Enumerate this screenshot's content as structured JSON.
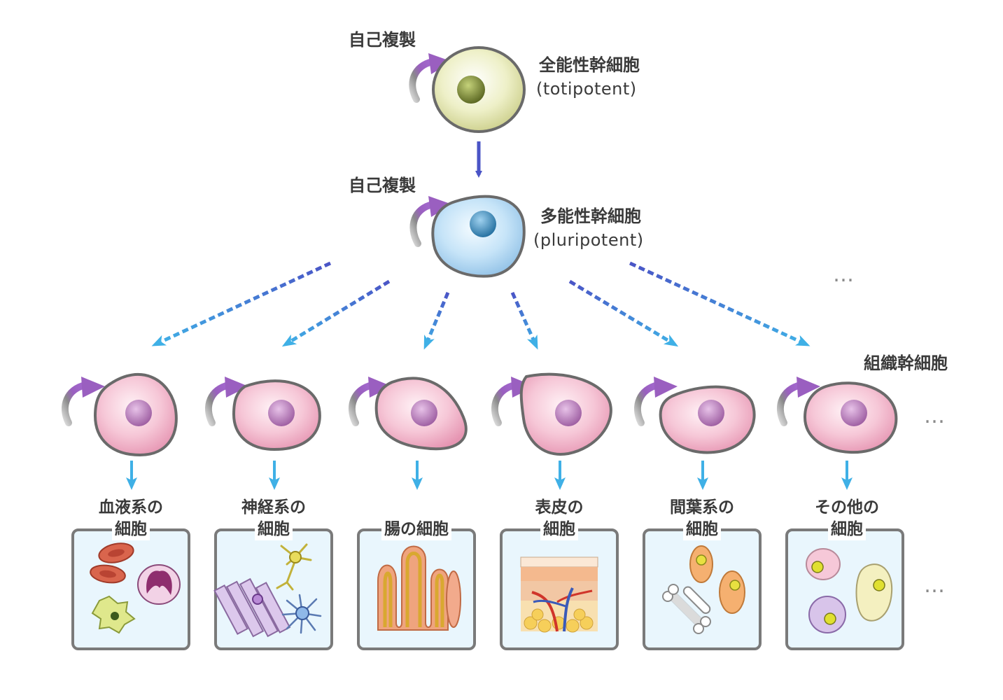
{
  "top": {
    "self_renewal": "自己複製",
    "name": "全能性幹細胞",
    "sub": "(totipotent)",
    "colors": {
      "body": "#dfe0a8",
      "nucleus": "#7d8a3a"
    }
  },
  "mid": {
    "self_renewal": "自己複製",
    "name": "多能性幹細胞",
    "sub": "(pluripotent)",
    "colors": {
      "body": "#b9dcf5",
      "nucleus": "#2f80b5"
    }
  },
  "tissue_label": "組織幹細胞",
  "ellipsis": "…",
  "colors": {
    "arrow_solid": "#4a54c6",
    "arrow_dashed_start": "#4a54c6",
    "arrow_dashed_end": "#3fb0e6",
    "arrow_small": "#3fb0e6",
    "renew_arrow": "#9a5fc0",
    "cell_outline": "#6a6a6a",
    "tissue_cell": "#f3b8cc",
    "tissue_nucleus": "#b679b6",
    "box_fill": "#e9f6fd",
    "box_stroke": "#7a7a7a"
  },
  "lineages": [
    {
      "line1": "血液系の",
      "line2": "細胞",
      "icon": "blood-cells-icon"
    },
    {
      "line1": "神経系の",
      "line2": "細胞",
      "icon": "neurons-icon"
    },
    {
      "line1": "",
      "line2": "腸の細胞",
      "icon": "intestinal-villi-icon"
    },
    {
      "line1": "表皮の",
      "line2": "細胞",
      "icon": "skin-layers-icon"
    },
    {
      "line1": "間葉系の",
      "line2": "細胞",
      "icon": "bone-and-mesenchymal-cells-icon"
    },
    {
      "line1": "その他の",
      "line2": "細胞",
      "icon": "other-cells-icon"
    }
  ]
}
